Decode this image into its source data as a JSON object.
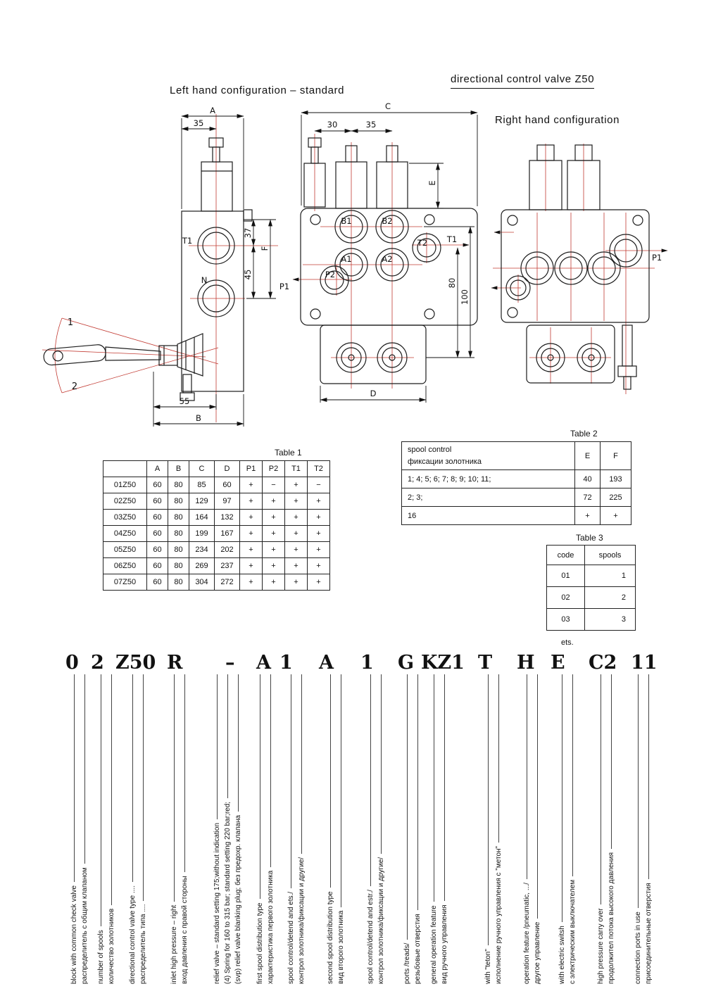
{
  "page": {
    "main_title": "directional control valve Z50",
    "left_config_title": "Left hand configuration – standard",
    "right_config_title": "Right hand configuration"
  },
  "drawings": {
    "left": {
      "dim_a": "A",
      "dim_35": "35",
      "dim_37": "37",
      "dim_f": "F",
      "dim_45": "45",
      "dim_55": "55",
      "dim_b": "B",
      "port_t1": "T1",
      "port_n": "N",
      "lever_pos_1": "1",
      "lever_pos_2": "2"
    },
    "middle": {
      "dim_c": "C",
      "dim_30": "30",
      "dim_35": "35",
      "dim_e": "E",
      "dim_80": "80",
      "dim_100": "100",
      "dim_d": "D",
      "port_b1": "B1",
      "port_b2": "B2",
      "port_a1": "A1",
      "port_a2": "A2",
      "port_p2": "P2",
      "port_t2": "T2",
      "port_t1": "T1",
      "port_p1": "P1"
    },
    "right": {
      "port_p1": "P1"
    }
  },
  "table1": {
    "label": "Table 1",
    "headers": [
      "",
      "A",
      "B",
      "C",
      "D",
      "P1",
      "P2",
      "T1",
      "T2"
    ],
    "rows": [
      [
        "01Z50",
        "60",
        "80",
        "85",
        "60",
        "+",
        "−",
        "+",
        "−"
      ],
      [
        "02Z50",
        "60",
        "80",
        "129",
        "97",
        "+",
        "+",
        "+",
        "+"
      ],
      [
        "03Z50",
        "60",
        "80",
        "164",
        "132",
        "+",
        "+",
        "+",
        "+"
      ],
      [
        "04Z50",
        "60",
        "80",
        "199",
        "167",
        "+",
        "+",
        "+",
        "+"
      ],
      [
        "05Z50",
        "60",
        "80",
        "234",
        "202",
        "+",
        "+",
        "+",
        "+"
      ],
      [
        "06Z50",
        "60",
        "80",
        "269",
        "237",
        "+",
        "+",
        "+",
        "+"
      ],
      [
        "07Z50",
        "60",
        "80",
        "304",
        "272",
        "+",
        "+",
        "+",
        "+"
      ]
    ]
  },
  "table2": {
    "label": "Table 2",
    "header_en": "spool control",
    "header_ru": "фиксации золотника",
    "col_e": "E",
    "col_f": "F",
    "rows": [
      [
        "1;  4;  5;  6;  7;  8;  9;  10;  11;",
        "40",
        "193"
      ],
      [
        "2;  3;",
        "72",
        "225"
      ],
      [
        "16",
        "+",
        "+"
      ]
    ]
  },
  "table3": {
    "label": "Table 3",
    "headers": [
      "code",
      "spools"
    ],
    "rows": [
      [
        "01",
        "1"
      ],
      [
        "02",
        "2"
      ],
      [
        "03",
        "3"
      ]
    ],
    "footer": "ets."
  },
  "ordering": {
    "segments": [
      {
        "code": "0",
        "lines": [
          "block with common check valve",
          "распределитель с общим клапаном"
        ]
      },
      {
        "code": "2",
        "lines": [
          "number of spools",
          "количество золотников"
        ]
      },
      {
        "code": "Z50",
        "lines": [
          "directional control valve type ....",
          "распределитель типа ...."
        ]
      },
      {
        "code": "R",
        "lines": [
          "inlet high pressure – right",
          "вход давления с правой стороны"
        ]
      },
      {
        "code": "–",
        "lines": [
          "relief valve – standard setting 175;without indication",
          "(4) Spring for 160 to 315 bar;  standard setting 220 bar;red;",
          "(svp) relief valve blanking plug;  без предохр. клапана"
        ]
      },
      {
        "code": "A",
        "lines": [
          "first spool distribution type",
          "характеристика первого золотника"
        ]
      },
      {
        "code": "1",
        "lines": [
          "spool control/detend and ets./",
          "контрол золотника/фиксации и другие/"
        ]
      },
      {
        "code": "A",
        "lines": [
          "second spool distribution type",
          "вид второго золотника"
        ]
      },
      {
        "code": "1",
        "lines": [
          "spool control/detend and estr./",
          "контрол золотника/фиксации и другие/"
        ]
      },
      {
        "code": "G",
        "lines": [
          "ports /treads/",
          "резьбовые отверстия"
        ]
      },
      {
        "code": "KZ1",
        "lines": [
          "general operation feature",
          "вид ручного управления"
        ]
      },
      {
        "code": "T",
        "lines": [
          "with \"teton\"",
          "исполнение ручного управления с \"метон\""
        ]
      },
      {
        "code": "H",
        "lines": [
          "operation feature /pneumatic, .../",
          "другое управление"
        ]
      },
      {
        "code": "E",
        "lines": [
          "with electric switsh",
          "с электрическим выключателем"
        ]
      },
      {
        "code": "C2",
        "lines": [
          "high pressure carry over",
          "продолжител потока высокого давления"
        ]
      },
      {
        "code": "11",
        "lines": [
          "connection ports in use",
          "присоединительные отверстия"
        ]
      }
    ]
  }
}
